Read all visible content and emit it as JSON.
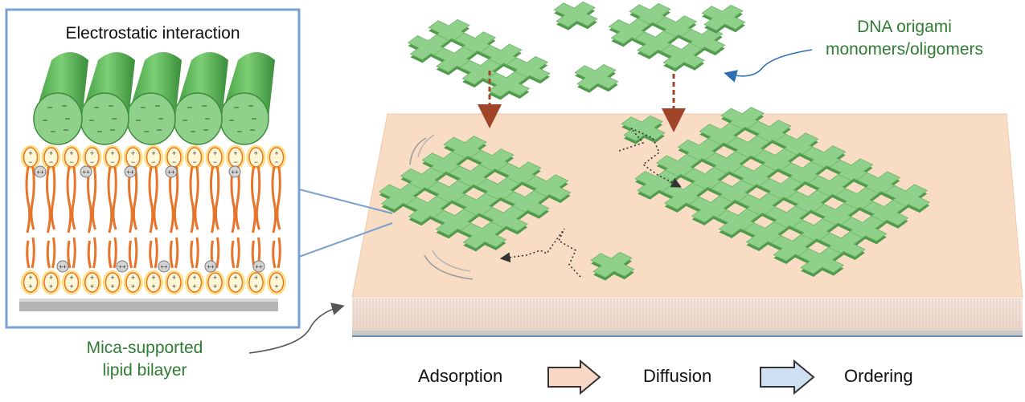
{
  "inset": {
    "title": "Electrostatic interaction",
    "minus_sign": "−",
    "plus_sign": "+"
  },
  "labels": {
    "dna_line1": "DNA origami",
    "dna_line2": "monomers/oligomers",
    "mica_line1": "Mica-supported",
    "mica_line2": "lipid bilayer"
  },
  "steps": [
    {
      "label": "Adsorption"
    },
    {
      "label": "Diffusion"
    },
    {
      "label": "Ordering"
    }
  ],
  "colors": {
    "label_green": "#2e7d32",
    "origami_green": "#8fd08a",
    "origami_edge": "#4f9a4b",
    "membrane_surface": "#f8dcc4",
    "cylinder_green": "#5cb85c",
    "lipid_orange": "#e8742a",
    "inset_border": "#7aa0d0",
    "arrow_peach": "#f8d7c5",
    "arrow_blue": "#cfe0f2",
    "drop_arrow": "#a0442a"
  }
}
